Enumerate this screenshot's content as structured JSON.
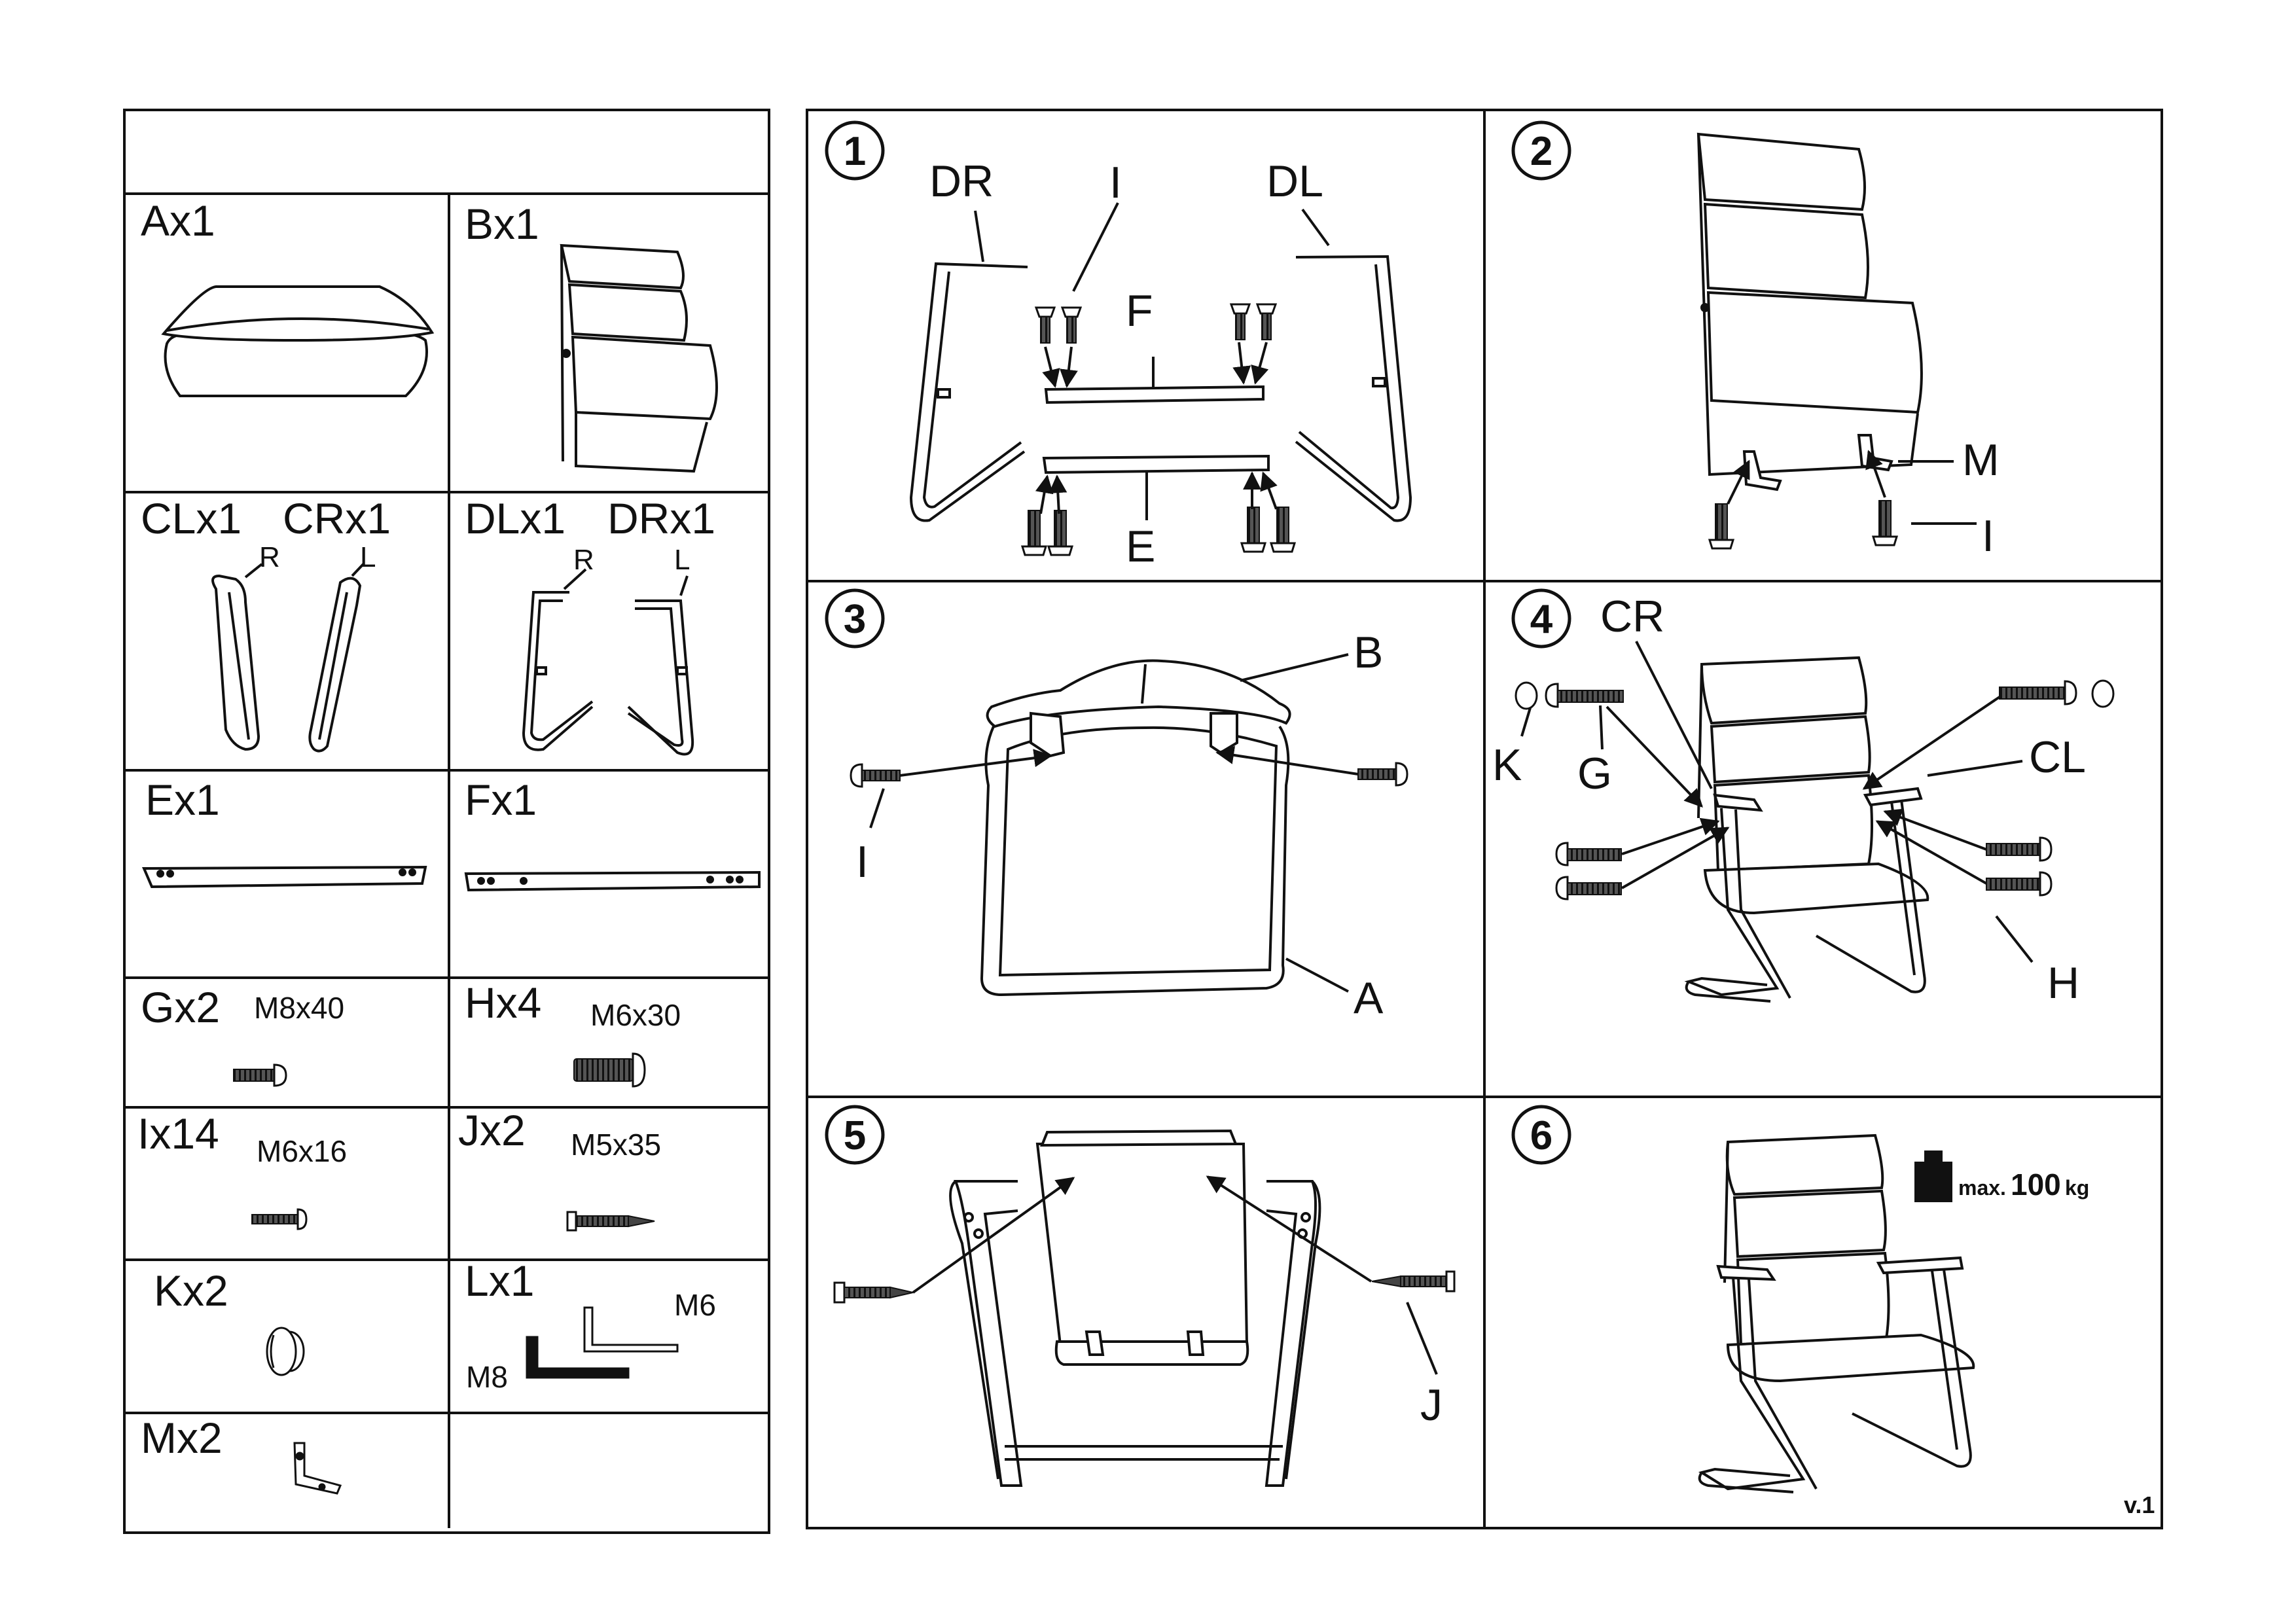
{
  "parts": [
    {
      "code": "Ax1"
    },
    {
      "code": "Bx1"
    },
    {
      "code": "CLx1",
      "code2": "CRx1",
      "side_r": "R",
      "side_l": "L"
    },
    {
      "code": "DLx1",
      "code2": "DRx1",
      "side_r": "R",
      "side_l": "L"
    },
    {
      "code": "Ex1"
    },
    {
      "code": "Fx1"
    },
    {
      "code": "Gx2",
      "size": "M8x40"
    },
    {
      "code": "Hx4",
      "size": "M6x30"
    },
    {
      "code": "Ix14",
      "size": "M6x16"
    },
    {
      "code": "Jx2",
      "size": "M5x35"
    },
    {
      "code": "Kx2"
    },
    {
      "code": "Lx1",
      "key_m6": "M6",
      "key_m8": "M8"
    },
    {
      "code": "Mx2"
    }
  ],
  "steps": [
    {
      "number": "1",
      "labels": {
        "dr": "DR",
        "i": "I",
        "dl": "DL",
        "f": "F",
        "e": "E"
      }
    },
    {
      "number": "2",
      "labels": {
        "m": "M",
        "i": "I"
      }
    },
    {
      "number": "3",
      "labels": {
        "b": "B",
        "i": "I",
        "a": "A"
      }
    },
    {
      "number": "4",
      "labels": {
        "cr": "CR",
        "k": "K",
        "g": "G",
        "cl": "CL",
        "h": "H"
      }
    },
    {
      "number": "5",
      "labels": {
        "j": "J"
      }
    },
    {
      "number": "6",
      "max_prefix": "max.",
      "max_value": "100",
      "max_unit": "kg"
    }
  ],
  "version": "v.1"
}
